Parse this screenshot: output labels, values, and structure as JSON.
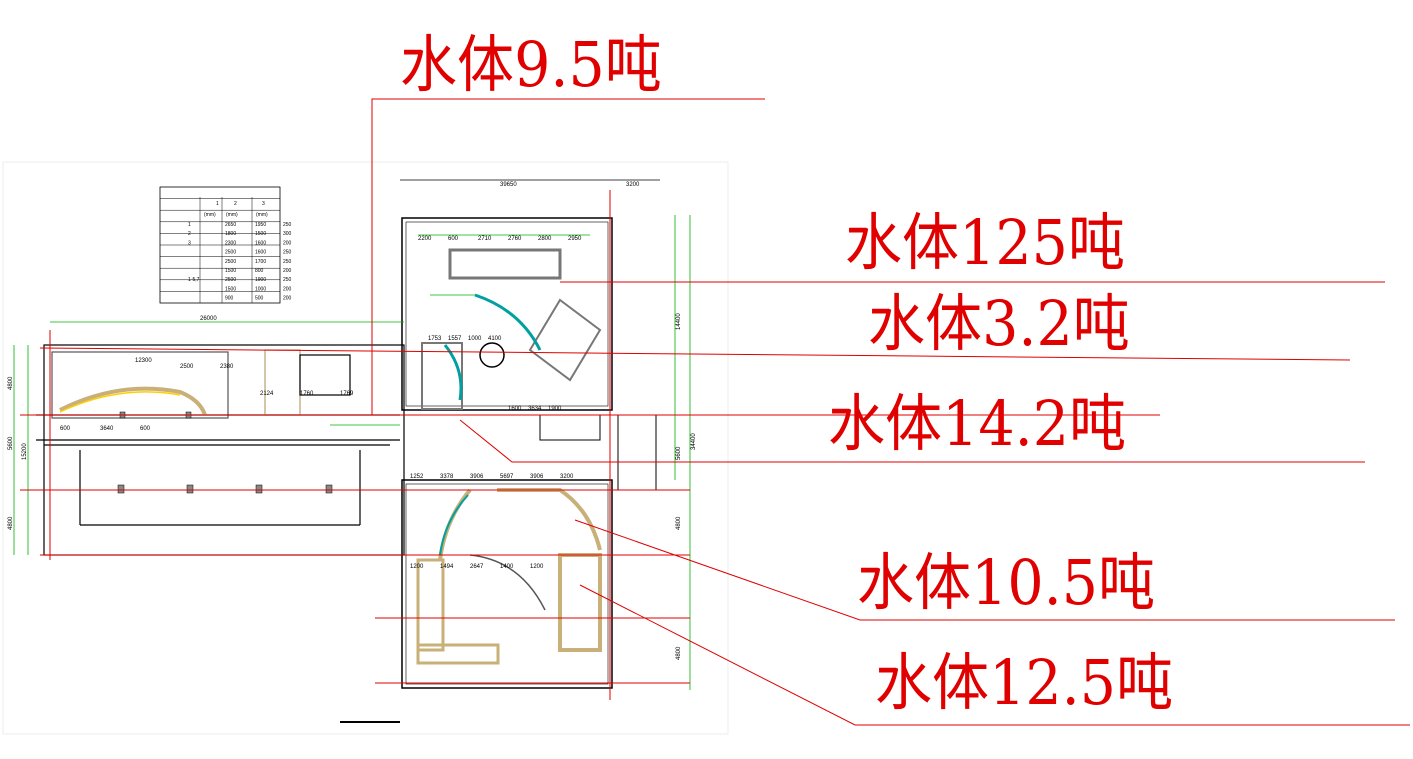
{
  "labels": [
    {
      "id": "water-9-5",
      "text": "水体9.5吨"
    },
    {
      "id": "water-125",
      "text": "水体125吨"
    },
    {
      "id": "water-3-2",
      "text": "水体3.2吨"
    },
    {
      "id": "water-14-2",
      "text": "水体14.2吨"
    },
    {
      "id": "water-10-5",
      "text": "水体10.5吨"
    },
    {
      "id": "water-12-5",
      "text": "水体12.5吨"
    }
  ],
  "dimensions": {
    "top_total": "39650",
    "top_right": "3200",
    "left_total": "26000",
    "left_inner": "12300",
    "right_1": "14400",
    "right_total": "34400",
    "right_2": "5600",
    "right_3": "4800",
    "right_4": "4800",
    "left_v1": "4800",
    "left_v2": "5600",
    "left_v3": "15200",
    "left_v4": "4800",
    "top_row": [
      "2200",
      "600",
      "2710",
      "2760",
      "2800",
      "2950"
    ],
    "mid": [
      "1753",
      "1557",
      "1000",
      "4100",
      "1600",
      "3634",
      "1900"
    ],
    "lower": [
      "1252",
      "3378",
      "3906",
      "5697",
      "3906",
      "3200",
      "1200",
      "1494",
      "2647",
      "1400",
      "1200"
    ],
    "left_row": [
      "600",
      "3640",
      "600",
      "2500",
      "2380",
      "2124",
      "1760",
      "1769"
    ]
  },
  "table": {
    "header": [
      "1",
      "2",
      "3"
    ],
    "units": [
      "(mm)",
      "(mm)",
      "(mm)"
    ],
    "rows": [
      [
        "1",
        "2650",
        "1950",
        "250"
      ],
      [
        "2",
        "1800",
        "1500",
        "300"
      ],
      [
        "3",
        "2300",
        "1600",
        "200"
      ],
      [
        "",
        "2500",
        "1600",
        "250"
      ],
      [
        "",
        "2500",
        "1700",
        "250"
      ],
      [
        "",
        "1500",
        "800",
        "200"
      ],
      [
        "1-5,7",
        "2500",
        "1900",
        "250"
      ],
      [
        "",
        "1500",
        "1000",
        "200"
      ],
      [
        "",
        "900",
        "500",
        "200"
      ]
    ]
  },
  "colors": {
    "label": "#e00000",
    "wall": "#000000",
    "dim": "#00b000",
    "tank": "#c8b078",
    "glass": "#00a0a0"
  }
}
